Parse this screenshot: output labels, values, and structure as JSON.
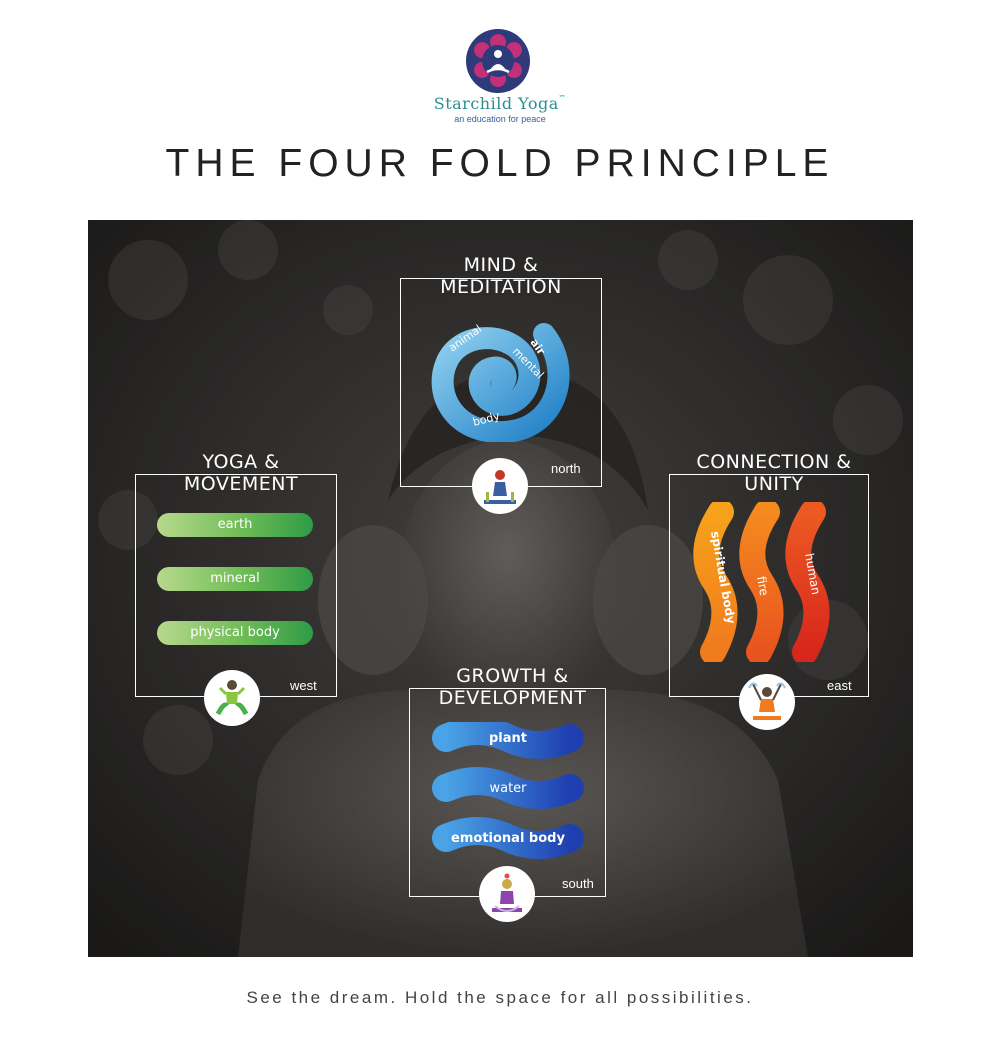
{
  "brand": {
    "name": "Starchild Yoga",
    "trademark": "™",
    "tagline": "an education for peace"
  },
  "title": "THE FOUR FOLD PRINCIPLE",
  "quadrants": {
    "north": {
      "heading_line1": "MIND &",
      "heading_line2": "MEDITATION",
      "direction": "north",
      "spiral_words": [
        "air",
        "animal",
        "mental",
        "body"
      ]
    },
    "west": {
      "heading_line1": "YOGA &",
      "heading_line2": "MOVEMENT",
      "direction": "west",
      "items": [
        "earth",
        "mineral",
        "physical body"
      ]
    },
    "east": {
      "heading_line1": "CONNECTION &",
      "heading_line2": "UNITY",
      "direction": "east",
      "items": [
        "spiritual body",
        "fire",
        "human"
      ]
    },
    "south": {
      "heading_line1": "GROWTH &",
      "heading_line2": "DEVELOPMENT",
      "direction": "south",
      "items": [
        "plant",
        "water",
        "emotional body"
      ]
    }
  },
  "footer": "See the dream. Hold the space for all possibilities.",
  "colors": {
    "brand_teal": "#2a8f8f",
    "north_blue": "#3aa3dc",
    "west_green": "#4caf50",
    "east_orange": "#f07a1e",
    "south_blue": "#2a5fc4"
  }
}
